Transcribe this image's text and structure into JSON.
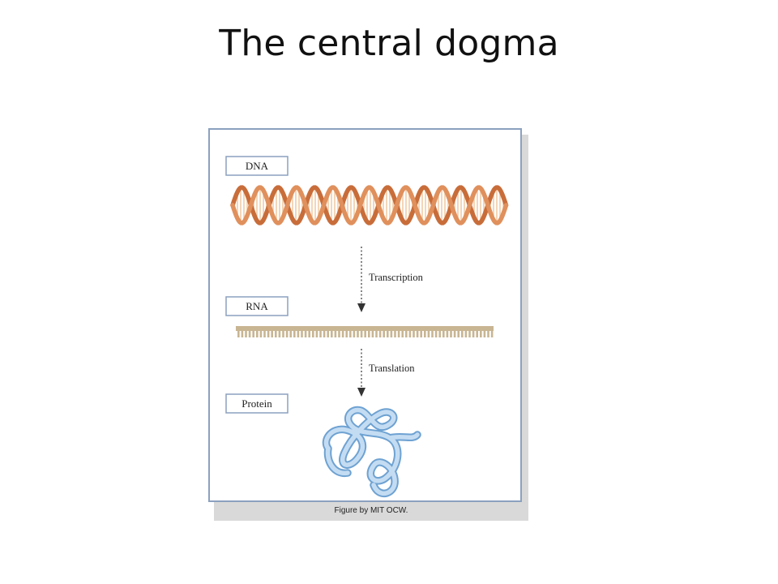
{
  "slide": {
    "title": "The central dogma"
  },
  "figure": {
    "caption": "Figure by MIT OCW.",
    "stages": {
      "dna": "DNA",
      "rna": "RNA",
      "protein": "Protein"
    },
    "steps": {
      "transcription": "Transcription",
      "translation": "Translation"
    },
    "colors": {
      "frame": "#8ba1bf",
      "label_box": "#8ba1bf",
      "dna_strand": "#e0905c",
      "dna_strand_dark": "#c86d3a",
      "dna_rungs": "#f0cba6",
      "rna": "#c8b592",
      "protein_fill": "#c4dcf2",
      "protein_outline": "#6ea2d2",
      "arrow": "#333333"
    }
  }
}
